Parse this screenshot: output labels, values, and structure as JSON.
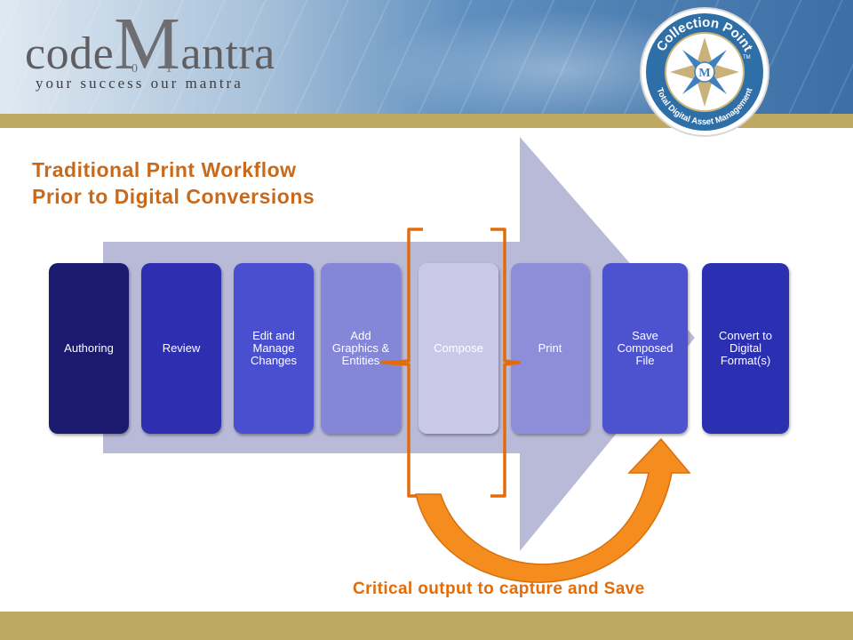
{
  "logo": {
    "name_part1": "code",
    "name_part2": "M",
    "name_part3": "antra",
    "digits": "0 1",
    "tagline": "your success   our mantra"
  },
  "seal": {
    "top_text": "Collection Point",
    "trademark": "TM",
    "bottom_text": "Total Digital Asset Management",
    "center_letter": "M"
  },
  "title": {
    "line1": "Traditional Print Workflow",
    "line2": "Prior to Digital Conversions"
  },
  "steps": [
    {
      "label": "Authoring",
      "color": "#1b1a6e"
    },
    {
      "label": "Review",
      "color": "#2d2fb0"
    },
    {
      "label": "Edit and Manage Changes",
      "color": "#4a4fcf"
    },
    {
      "label": "Add Graphics & Entities",
      "color": "#8486d8"
    },
    {
      "label": "Compose",
      "color": "#c9c9e7"
    },
    {
      "label": "Print",
      "color": "#8c8ed9"
    },
    {
      "label": "Save Composed File",
      "color": "#4d52cf"
    },
    {
      "label": "Convert to Digital Format(s)",
      "color": "#2b2fb1"
    }
  ],
  "caption": "Critical output to capture and Save",
  "colors": {
    "accent_orange": "#e36c0a",
    "title_orange": "#c86a1c",
    "gold_band": "#bfa862",
    "arrow_fill": "#b4b6d6"
  }
}
